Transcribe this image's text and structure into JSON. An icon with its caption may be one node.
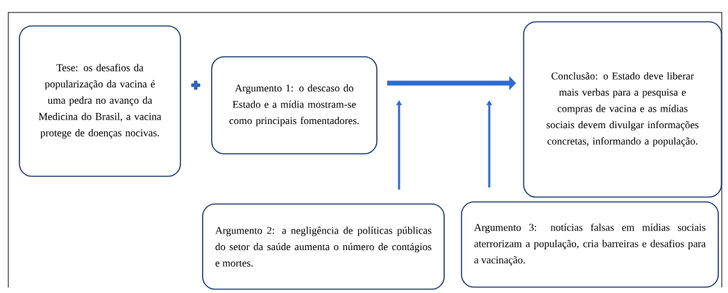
{
  "diagram": {
    "nodes": [
      {
        "text": [
          "Tese: os desafios da popularização da vacina é uma pedra no avanço da Medicina do Brasil, a vacina protege de doenças nocivas."
        ]
      },
      {
        "text": [
          "Argumento 1: o descaso do Estado e a mídia mostram-se como principais fomentadores."
        ]
      },
      {
        "text": [
          "Conclusão: o Estado deve liberar mais verbas para a pesquisa e compras de vacina e as mídias sociais devem divulgar informações concretas, informando a população."
        ]
      },
      {
        "text": [
          "Argumento 2: a negligência de políticas públicas do setor da saúde aumenta o número de contágios e mortes."
        ]
      },
      {
        "text": [
          "Argumento 3: notícias falsas em mídias sociais aterrorizam a população, cria barreiras e desafios para a vacinação."
        ]
      }
    ],
    "edges": [
      {
        "from": 1,
        "to": 2,
        "arrow": "to",
        "style": "thick"
      },
      {
        "from": 3,
        "to": null,
        "arrow": "to"
      },
      {
        "from": 4,
        "to": null,
        "arrow": "to"
      }
    ]
  }
}
